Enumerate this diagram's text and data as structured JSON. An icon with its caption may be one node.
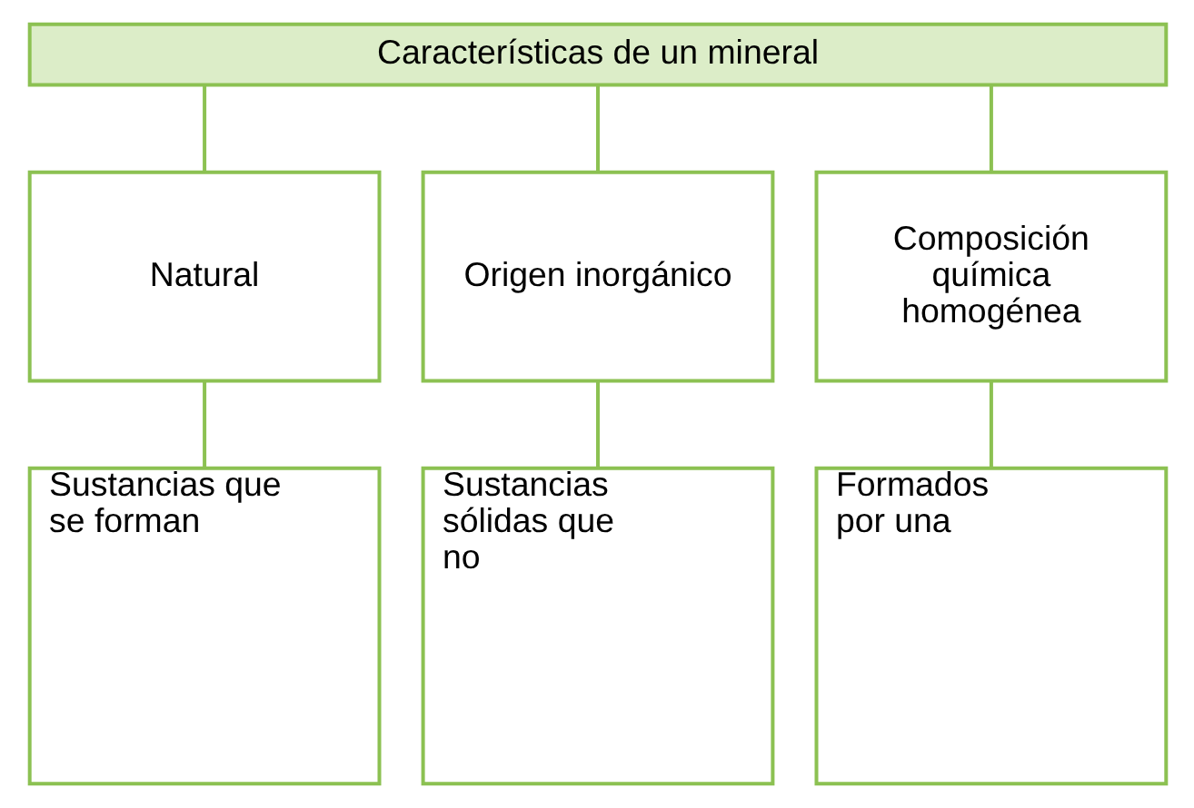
{
  "diagram": {
    "nodes": [
      {
        "text": [
          "Características de un mineral"
        ]
      },
      {
        "text": [
          "Natural"
        ]
      },
      {
        "text": [
          "Origen inorgánico"
        ]
      },
      {
        "text": [
          "Composición química homogénea"
        ]
      },
      {
        "text": [
          "Sustancias que se forman"
        ]
      },
      {
        "text": [
          "Sustancias sólidas que no"
        ]
      },
      {
        "text": [
          "Formados por una"
        ]
      }
    ],
    "edges": [
      {
        "from": 0,
        "to": 1,
        "arrow": "none"
      },
      {
        "from": 0,
        "to": 2,
        "arrow": "none"
      },
      {
        "from": 0,
        "to": 3,
        "arrow": "none"
      },
      {
        "from": 1,
        "to": 4,
        "arrow": "none"
      },
      {
        "from": 2,
        "to": 5,
        "arrow": "none"
      },
      {
        "from": 3,
        "to": 6,
        "arrow": "none"
      }
    ]
  }
}
